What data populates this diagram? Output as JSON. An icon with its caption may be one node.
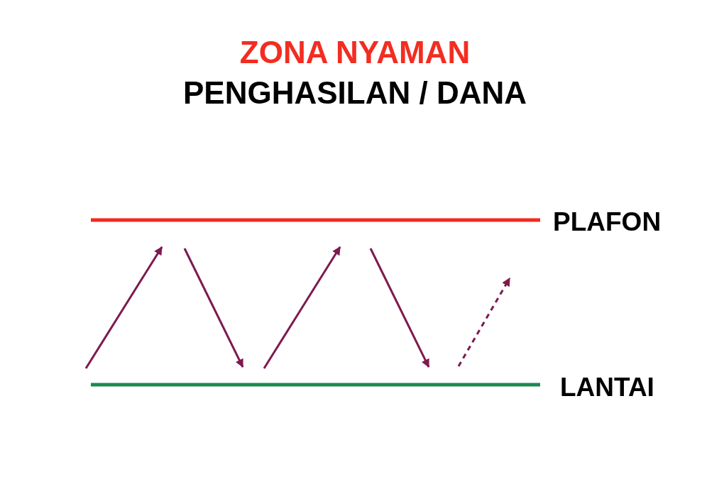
{
  "diagram": {
    "title": "ZONA NYAMAN",
    "labels": [
      "PENGHASILAN / DANA",
      "PLAFON",
      "LANTAI"
    ]
  }
}
